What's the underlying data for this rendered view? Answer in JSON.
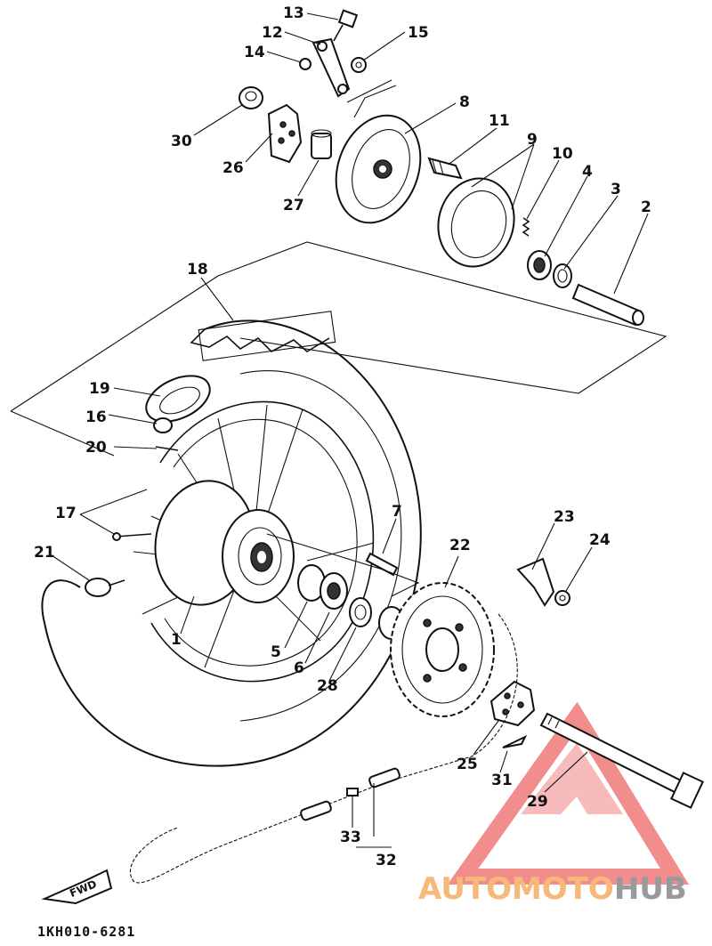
{
  "callouts": [
    {
      "id": "n13",
      "text": "13"
    },
    {
      "id": "n12",
      "text": "12"
    },
    {
      "id": "n14",
      "text": "14"
    },
    {
      "id": "n15",
      "text": "15"
    },
    {
      "id": "n30",
      "text": "30"
    },
    {
      "id": "n26",
      "text": "26"
    },
    {
      "id": "n27",
      "text": "27"
    },
    {
      "id": "n8",
      "text": "8"
    },
    {
      "id": "n11",
      "text": "11"
    },
    {
      "id": "n9",
      "text": "9"
    },
    {
      "id": "n10",
      "text": "10"
    },
    {
      "id": "n4",
      "text": "4"
    },
    {
      "id": "n3",
      "text": "3"
    },
    {
      "id": "n2",
      "text": "2"
    },
    {
      "id": "n18",
      "text": "18"
    },
    {
      "id": "n19",
      "text": "19"
    },
    {
      "id": "n16",
      "text": "16"
    },
    {
      "id": "n20",
      "text": "20"
    },
    {
      "id": "n17",
      "text": "17"
    },
    {
      "id": "n21",
      "text": "21"
    },
    {
      "id": "n7",
      "text": "7"
    },
    {
      "id": "n23",
      "text": "23"
    },
    {
      "id": "n22",
      "text": "22"
    },
    {
      "id": "n24",
      "text": "24"
    },
    {
      "id": "n1",
      "text": "1"
    },
    {
      "id": "n5",
      "text": "5"
    },
    {
      "id": "n6",
      "text": "6"
    },
    {
      "id": "n28",
      "text": "28"
    },
    {
      "id": "n25",
      "text": "25"
    },
    {
      "id": "n31",
      "text": "31"
    },
    {
      "id": "n29",
      "text": "29"
    },
    {
      "id": "n33",
      "text": "33"
    },
    {
      "id": "n32",
      "text": "32"
    }
  ],
  "fwd_label": "FWD",
  "diagram_code": "1KH010-6281",
  "watermark": {
    "part1": "AUTOMOTO",
    "part2": "HUB",
    "color1": "#f5b97a",
    "color2": "#9a9a9a",
    "logo_color": "#f07a7a"
  }
}
